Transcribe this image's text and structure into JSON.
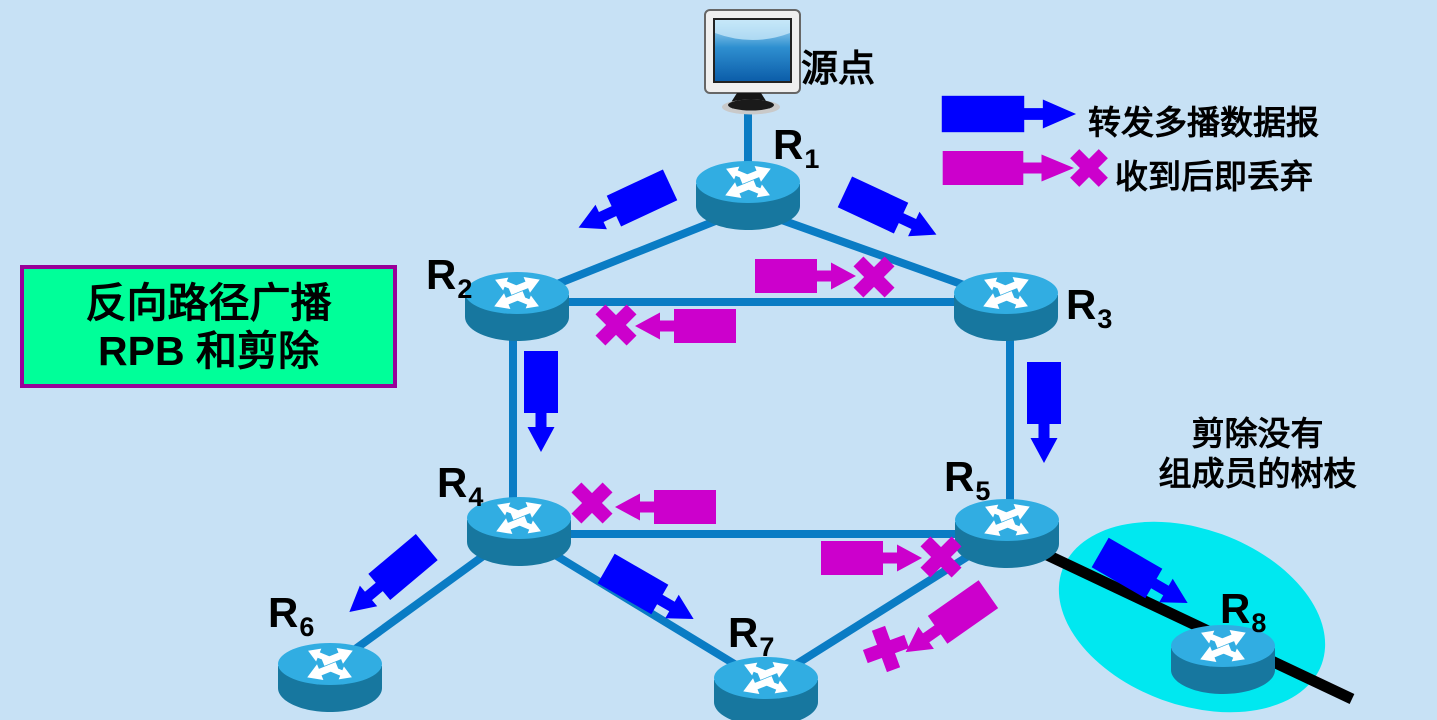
{
  "title_box": {
    "line1": "反向路径广播",
    "line2": "RPB 和剪除"
  },
  "source": {
    "label": "源点"
  },
  "legend": {
    "forward_label": "转发多播数据报",
    "discard_label": "收到后即丢弃"
  },
  "prune_note": {
    "line1": "剪除没有",
    "line2": "组成员的树枝"
  },
  "routers": {
    "r1": {
      "base": "R",
      "sub": "1"
    },
    "r2": {
      "base": "R",
      "sub": "2"
    },
    "r3": {
      "base": "R",
      "sub": "3"
    },
    "r4": {
      "base": "R",
      "sub": "4"
    },
    "r5": {
      "base": "R",
      "sub": "5"
    },
    "r6": {
      "base": "R",
      "sub": "6"
    },
    "r7": {
      "base": "R",
      "sub": "7"
    },
    "r8": {
      "base": "R",
      "sub": "8"
    }
  },
  "icons": {
    "source": "computer-monitor-icon",
    "router": "cisco-router-icon",
    "forward_packet": "blue-arrow-packet-icon",
    "discard_packet": "magenta-arrow-packet-icon",
    "discard_x": "x-mark-icon"
  },
  "colors": {
    "background": "#C7E1F5",
    "link": "#0A7CC4",
    "forward": "#0000FF",
    "discard": "#CC00CC",
    "prune_link": "#000000",
    "group_ellipse": "#00E8F0",
    "title_fill": "#00FF99",
    "title_border": "#990099",
    "router_top": "#31ADE2",
    "router_body": "#17779F"
  }
}
